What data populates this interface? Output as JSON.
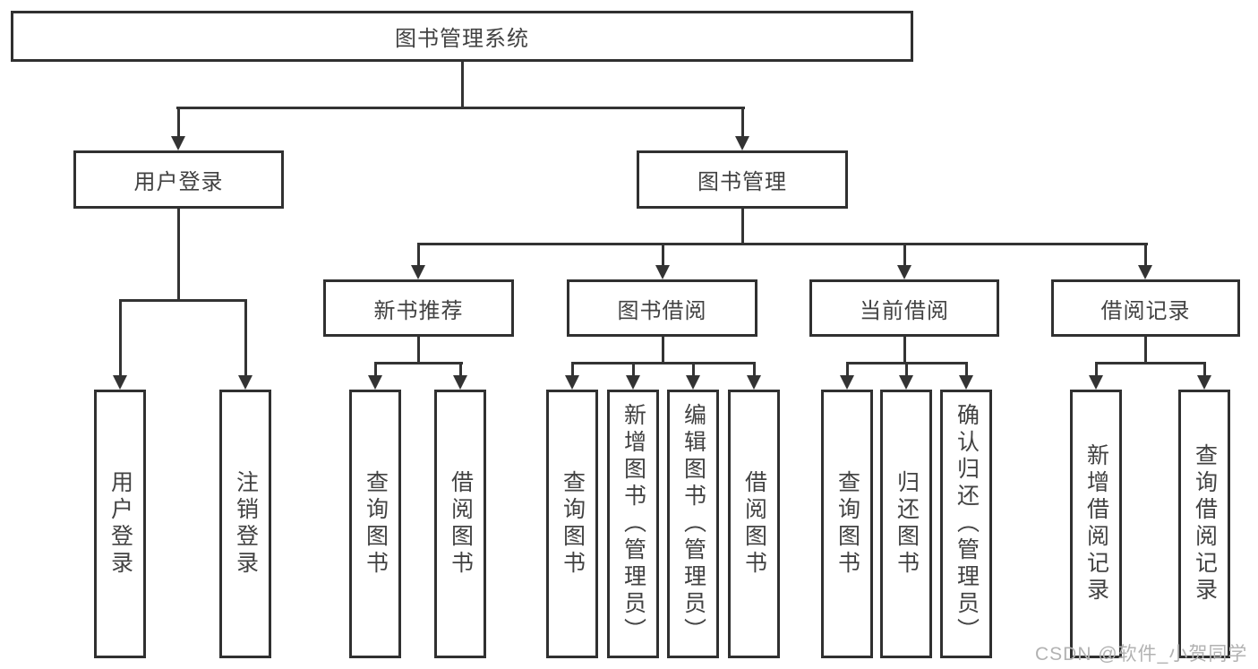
{
  "tree": {
    "label": "图书管理系统",
    "children": [
      {
        "label": "用户登录",
        "children": [
          {
            "label": "用户登录"
          },
          {
            "label": "注销登录"
          }
        ]
      },
      {
        "label": "图书管理",
        "children": [
          {
            "label": "新书推荐",
            "children": [
              {
                "label": "查询图书"
              },
              {
                "label": "借阅图书"
              }
            ]
          },
          {
            "label": "图书借阅",
            "children": [
              {
                "label": "查询图书"
              },
              {
                "label": "新增图书（管理员）"
              },
              {
                "label": "编辑图书（管理员）"
              },
              {
                "label": "借阅图书"
              }
            ]
          },
          {
            "label": "当前借阅",
            "children": [
              {
                "label": "查询图书"
              },
              {
                "label": "归还图书"
              },
              {
                "label": "确认归还（管理员）"
              }
            ]
          },
          {
            "label": "借阅记录",
            "children": [
              {
                "label": "新增借阅记录"
              },
              {
                "label": "查询借阅记录"
              }
            ]
          }
        ]
      }
    ]
  },
  "watermark": "CSDN @软件_小贺同学",
  "colors": {
    "line": "#333333",
    "node_border": "#303030",
    "node_text": "#424242",
    "watermark": "#b2b2b2",
    "background": "#ffffff"
  }
}
